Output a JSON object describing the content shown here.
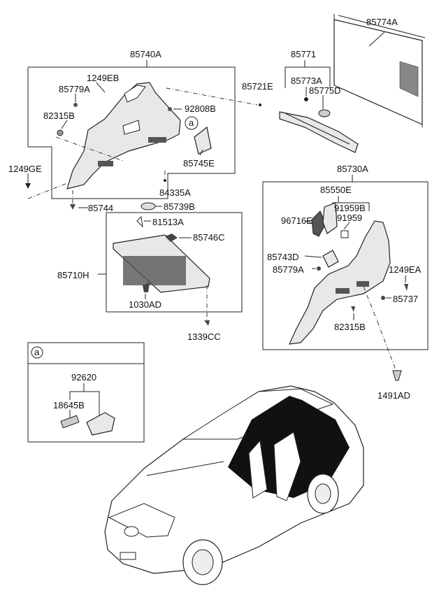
{
  "labels": {
    "85774A": "85774A",
    "85740A": "85740A",
    "85771": "85771",
    "1249EB": "1249EB",
    "85779A_l": "85779A",
    "85721E": "85721E",
    "85773A": "85773A",
    "85775D": "85775D",
    "82315B_l": "82315B",
    "92808B": "92808B",
    "circle_a_top": "a",
    "85745E": "85745E",
    "1249GE": "1249GE",
    "85730A": "85730A",
    "84335A": "84335A",
    "85550E": "85550E",
    "85744": "85744",
    "85739B": "85739B",
    "91959B": "91959B",
    "81513A": "81513A",
    "96716E": "96716E",
    "91959": "91959",
    "85746C": "85746C",
    "85743D": "85743D",
    "85710H": "85710H",
    "85779A_r": "85779A",
    "1249EA": "1249EA",
    "85737": "85737",
    "1030AD": "1030AD",
    "82315B_r": "82315B",
    "1339CC": "1339CC",
    "circle_a_box": "a",
    "92620": "92620",
    "18645B": "18645B",
    "1491AD": "1491AD"
  }
}
